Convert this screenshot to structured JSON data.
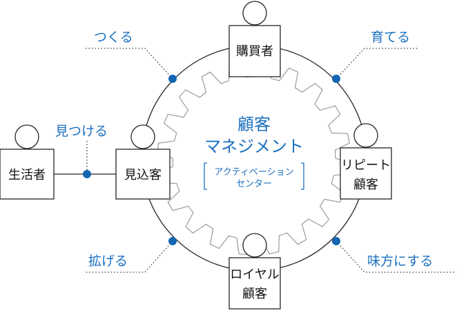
{
  "colors": {
    "accent": "#1a6fc0",
    "dot": "#1466b3",
    "line": "#222222",
    "gear": "#9a9a9a"
  },
  "center": {
    "title_line1": "顧客",
    "title_line2": "マネジメント",
    "sub_line1": "アクティベーション",
    "sub_line2": "センター"
  },
  "nodes": {
    "consumer": "生活者",
    "prospect": "見込客",
    "buyer": "購買者",
    "repeat_line1": "リピート",
    "repeat_line2": "顧客",
    "loyal_line1": "ロイヤル",
    "loyal_line2": "顧客"
  },
  "actions": {
    "make": "つくる",
    "nurture": "育てる",
    "find": "見つける",
    "spread": "拡げる",
    "ally": "味方にする"
  }
}
